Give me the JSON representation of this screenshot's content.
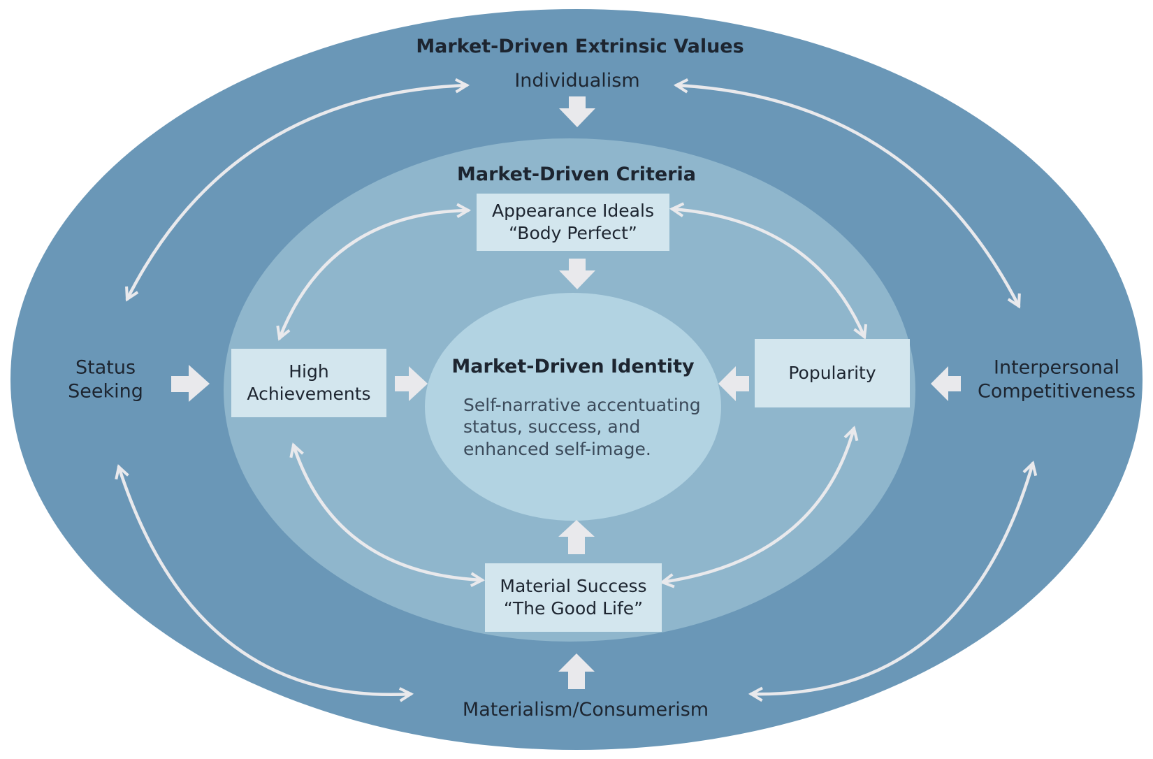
{
  "colors": {
    "outer_ring": "#6a97b7",
    "middle_ring": "#8fb6cc",
    "inner_core": "#b2d3e2",
    "box_fill": "#d3e6ee",
    "arrow": "#e9e9ec",
    "text": "#1d2530"
  },
  "outer": {
    "title": "Market-Driven Extrinsic Values",
    "top": "Individualism",
    "bottom": "Materialism/Consumerism",
    "left": [
      "Status",
      "Seeking"
    ],
    "right": [
      "Interpersonal",
      "Competitiveness"
    ]
  },
  "middle": {
    "title": "Market-Driven Criteria",
    "top_box": [
      "Appearance Ideals",
      "“Body Perfect”"
    ],
    "left_box": [
      "High",
      "Achievements"
    ],
    "right_box": [
      "Popularity"
    ],
    "bottom_box": [
      "Material Success",
      "“The Good Life”"
    ]
  },
  "core": {
    "title": "Market-Driven Identity",
    "description": [
      "Self-narrative accentuating",
      "status, success, and",
      "enhanced self-image."
    ]
  }
}
